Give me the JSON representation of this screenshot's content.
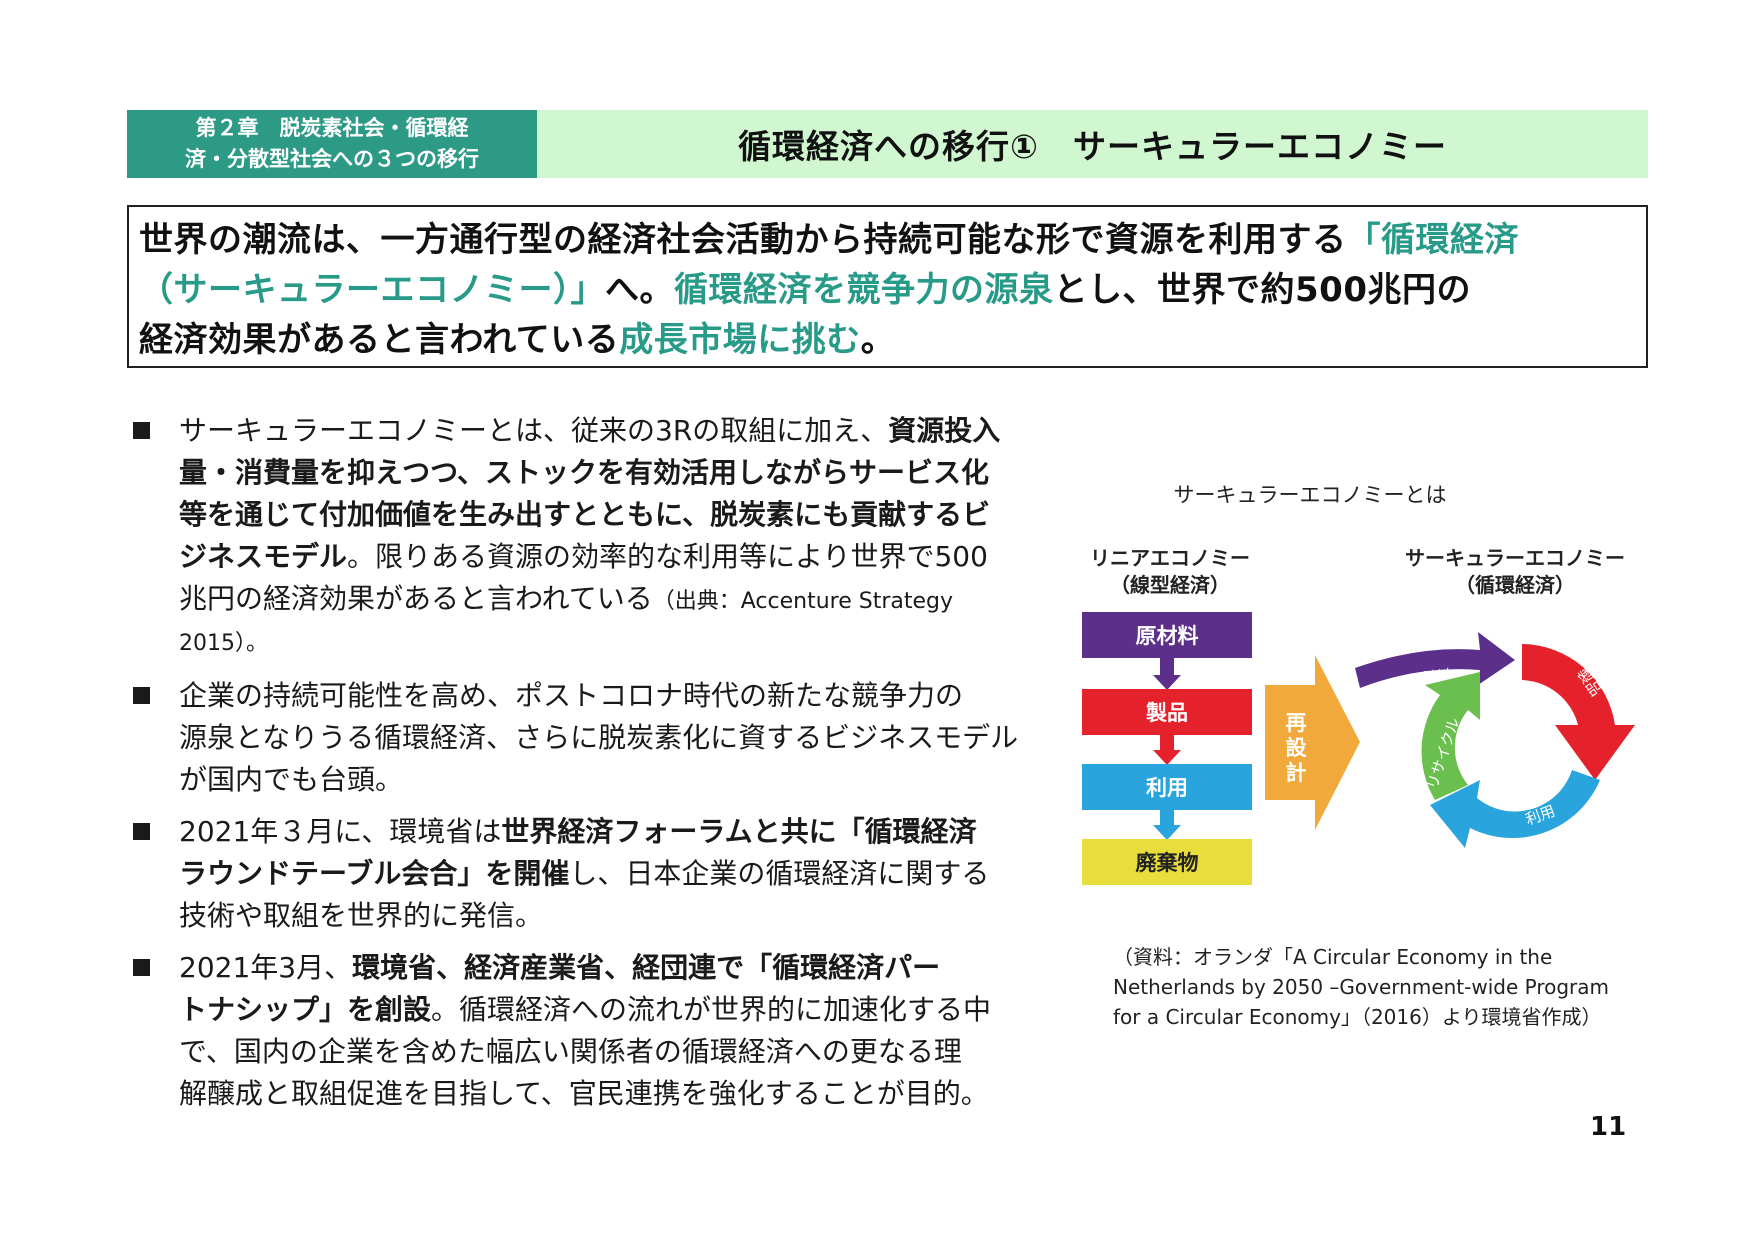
{
  "header": {
    "chapter_line1": "第２章　脱炭素社会・循環経",
    "chapter_line2": "済・分散型社会への３つの移行",
    "title": "循環経済への移行①　サーキュラーエコノミー"
  },
  "summary": {
    "l1a": "世界の潮流は、一方通行型の経済社会活動から持続可能な形で資源を利用する",
    "l1b": "「循環経済",
    "l2a": "（サーキュラーエコノミー）」",
    "l2b": "へ。",
    "l2c": "循環経済を競争力の源泉",
    "l2d": "とし、世界で約500兆円の",
    "l3a": "経済効果があると言われている",
    "l3b": "成長市場に挑む",
    "l3c": "。"
  },
  "bullets": {
    "b1": {
      "l1a": "サーキュラーエコノミーとは、従来の3Rの取組に加え、",
      "l1b": "資源投入",
      "l2": "量・消費量を抑えつつ、ストックを有効活用しながらサービス化",
      "l3": "等を通じて付加価値を生み出すとともに、脱炭素にも貢献するビ",
      "l4a": "ジネスモデル",
      "l4b": "。限りある資源の効率的な利用等により世界で500",
      "l5a": "兆円の経済効果があると言われている",
      "l5b": "（出典：Accenture Strategy",
      "l6": "2015）。"
    },
    "b2": {
      "l1": "企業の持続可能性を高め、ポストコロナ時代の新たな競争力の",
      "l2": "源泉となりうる循環経済、さらに脱炭素化に資するビジネスモデル",
      "l3": "が国内でも台頭。"
    },
    "b3": {
      "l1a": "2021年３月に、環境省は",
      "l1b": "世界経済フォーラムと共に「循環経済",
      "l2a": "ラウンドテーブル会合」を開催",
      "l2b": "し、日本企業の循環経済に関する",
      "l3": "技術や取組を世界的に発信。"
    },
    "b4": {
      "l1a": "2021年3月、",
      "l1b": "環境省、経済産業省、経団連で「循環経済パー",
      "l2a": "トナシップ」を創設",
      "l2b": "。循環経済への流れが世界的に加速化する中",
      "l3": "で、国内の企業を含めた幅広い関係者の循環経済への更なる理",
      "l4": "解醸成と取組促進を目指して、官民連携を強化することが目的。"
    }
  },
  "figure": {
    "caption": "サーキュラーエコノミーとは",
    "linear_title1": "リニアエコノミー",
    "linear_title2": "（線型経済）",
    "circular_title1": "サーキュラーエコノミー",
    "circular_title2": "（循環経済）",
    "linear_steps": [
      "原材料",
      "製品",
      "利用",
      "廃棄物"
    ],
    "redesign": [
      "再",
      "設",
      "計"
    ],
    "cycle_labels": {
      "raw": "原材料",
      "product": "製品",
      "use": "利用",
      "recycle": "リサイクル"
    },
    "colors": {
      "raw": "#5b2f8a",
      "product": "#e5212b",
      "use": "#2aa4dc",
      "waste": "#e8dd3a",
      "redesign": "#f2a93b",
      "recycle": "#6bbf4e"
    }
  },
  "source": {
    "l1": "（資料：オランダ「A Circular Economy in the",
    "l2": "Netherlands by 2050 –Government-wide Program",
    "l3": "for a Circular Economy」（2016）より環境省作成）"
  },
  "page_number": "11"
}
